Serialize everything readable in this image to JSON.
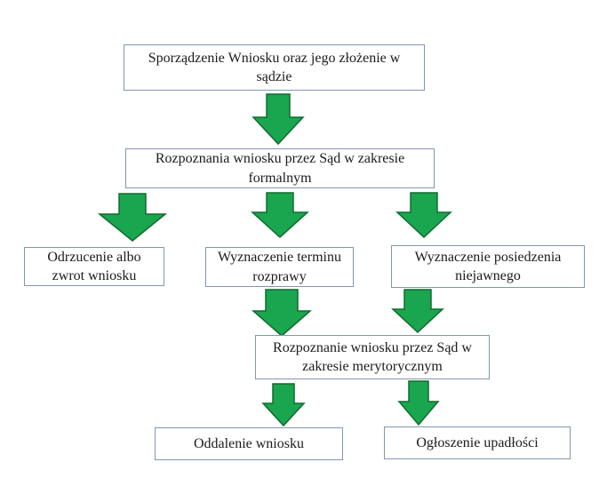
{
  "diagram": {
    "type": "flowchart",
    "language": "pl",
    "colors": {
      "arrow-fill": "#1aa64e",
      "arrow-stroke": "#0e6b2e",
      "box-border": "#8496b0",
      "text-color": "#1b1b1b",
      "bg": "#ffffff"
    },
    "nodes": [
      {
        "id": "filing",
        "label": "Sporządzenie Wniosku oraz jego złożenie w sądzie"
      },
      {
        "id": "formal-review",
        "label": "Rozpoznania wniosku przez Sąd w zakresie formalnym"
      },
      {
        "id": "rejection",
        "label": "Odrzucenie albo zwrot wniosku"
      },
      {
        "id": "hearing-date",
        "label": "Wyznaczenie terminu rozprawy"
      },
      {
        "id": "closed-session",
        "label": "Wyznaczenie posiedzenia niejawnego"
      },
      {
        "id": "merits-review",
        "label": "Rozpoznanie wniosku przez Sąd w zakresie merytorycznym"
      },
      {
        "id": "dismissal",
        "label": "Oddalenie wniosku"
      },
      {
        "id": "bankruptcy-declaration",
        "label": "Ogłoszenie upadłości"
      }
    ],
    "edges": [
      {
        "from": "filing",
        "to": "formal-review"
      },
      {
        "from": "formal-review",
        "to": "rejection"
      },
      {
        "from": "formal-review",
        "to": "hearing-date"
      },
      {
        "from": "formal-review",
        "to": "closed-session"
      },
      {
        "from": "hearing-date",
        "to": "merits-review"
      },
      {
        "from": "closed-session",
        "to": "merits-review"
      },
      {
        "from": "merits-review",
        "to": "dismissal"
      },
      {
        "from": "merits-review",
        "to": "bankruptcy-declaration"
      }
    ]
  }
}
